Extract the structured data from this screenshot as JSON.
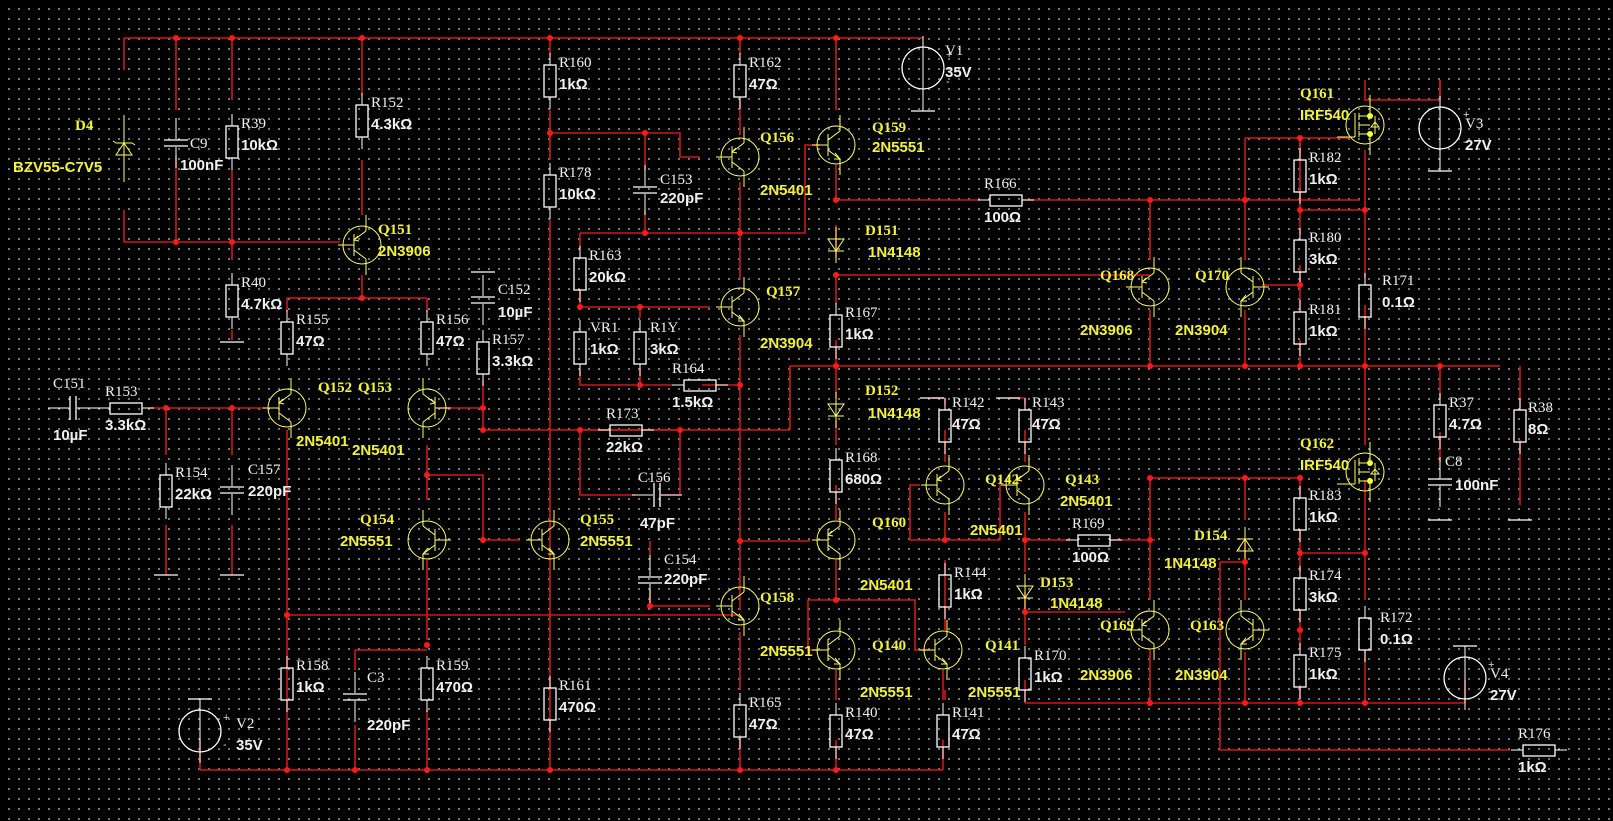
{
  "schematic": {
    "colors": {
      "background": "#000000",
      "wire": "#d01818",
      "junction": "#ff1a1a",
      "component": "#ffffff",
      "semiconductor": "#ffff66",
      "label_yellow": "#f2f23a"
    },
    "resistors": [
      {
        "ref": "R39",
        "value": "10kΩ"
      },
      {
        "ref": "R152",
        "value": "4.3kΩ"
      },
      {
        "ref": "R40",
        "value": "4.7kΩ"
      },
      {
        "ref": "R155",
        "value": "47Ω"
      },
      {
        "ref": "R156",
        "value": "47Ω"
      },
      {
        "ref": "R157",
        "value": "3.3kΩ"
      },
      {
        "ref": "R153",
        "value": "3.3kΩ"
      },
      {
        "ref": "R154",
        "value": "22kΩ"
      },
      {
        "ref": "R158",
        "value": "1kΩ"
      },
      {
        "ref": "R159",
        "value": "470Ω"
      },
      {
        "ref": "R160",
        "value": "1kΩ"
      },
      {
        "ref": "R178",
        "value": "10kΩ"
      },
      {
        "ref": "R163",
        "value": "20kΩ"
      },
      {
        "ref": "VR1",
        "value": "1kΩ"
      },
      {
        "ref": "R1Y",
        "value": "3kΩ"
      },
      {
        "ref": "R164",
        "value": "1.5kΩ"
      },
      {
        "ref": "R173",
        "value": "22kΩ"
      },
      {
        "ref": "R161",
        "value": "470Ω"
      },
      {
        "ref": "R162",
        "value": "47Ω"
      },
      {
        "ref": "R165",
        "value": "47Ω"
      },
      {
        "ref": "R166",
        "value": "100Ω"
      },
      {
        "ref": "R167",
        "value": "1kΩ"
      },
      {
        "ref": "R168",
        "value": "680Ω"
      },
      {
        "ref": "R140",
        "value": "47Ω"
      },
      {
        "ref": "R141",
        "value": "47Ω"
      },
      {
        "ref": "R142",
        "value": "47Ω"
      },
      {
        "ref": "R143",
        "value": "47Ω"
      },
      {
        "ref": "R144",
        "value": "1kΩ"
      },
      {
        "ref": "R169",
        "value": "100Ω"
      },
      {
        "ref": "R170",
        "value": "1kΩ"
      },
      {
        "ref": "R182",
        "value": "1kΩ"
      },
      {
        "ref": "R180",
        "value": "3kΩ"
      },
      {
        "ref": "R181",
        "value": "1kΩ"
      },
      {
        "ref": "R171",
        "value": "0.1Ω"
      },
      {
        "ref": "R37",
        "value": "4.7Ω"
      },
      {
        "ref": "R38",
        "value": "8Ω"
      },
      {
        "ref": "R183",
        "value": "1kΩ"
      },
      {
        "ref": "R174",
        "value": "3kΩ"
      },
      {
        "ref": "R175",
        "value": "1kΩ"
      },
      {
        "ref": "R172",
        "value": "0.1Ω"
      },
      {
        "ref": "R176",
        "value": "1kΩ"
      }
    ],
    "capacitors": [
      {
        "ref": "C9",
        "value": "100nF"
      },
      {
        "ref": "C151",
        "value": "10µF"
      },
      {
        "ref": "C152",
        "value": "10µF"
      },
      {
        "ref": "C157",
        "value": "220pF"
      },
      {
        "ref": "C3",
        "value": "220pF"
      },
      {
        "ref": "C153",
        "value": "220pF"
      },
      {
        "ref": "C156",
        "value": "47pF"
      },
      {
        "ref": "C154",
        "value": "220pF"
      },
      {
        "ref": "C8",
        "value": "100nF"
      }
    ],
    "transistors": [
      {
        "ref": "Q151",
        "model": "2N3906",
        "type": "pnp"
      },
      {
        "ref": "Q152",
        "model": "2N5401",
        "type": "pnp"
      },
      {
        "ref": "Q153",
        "model": "2N5401",
        "type": "pnp"
      },
      {
        "ref": "Q154",
        "model": "2N5551",
        "type": "npn"
      },
      {
        "ref": "Q155",
        "model": "2N5551",
        "type": "npn"
      },
      {
        "ref": "Q156",
        "model": "2N5401",
        "type": "pnp"
      },
      {
        "ref": "Q157",
        "model": "2N3904",
        "type": "npn"
      },
      {
        "ref": "Q158",
        "model": "2N5551",
        "type": "npn"
      },
      {
        "ref": "Q159",
        "model": "2N5551",
        "type": "npn"
      },
      {
        "ref": "Q160",
        "model": "2N5401",
        "type": "pnp"
      },
      {
        "ref": "Q140",
        "model": "2N5551",
        "type": "npn"
      },
      {
        "ref": "Q141",
        "model": "2N5551",
        "type": "npn"
      },
      {
        "ref": "Q142",
        "model": "2N5401",
        "type": "pnp"
      },
      {
        "ref": "Q143",
        "model": "2N5401",
        "type": "pnp"
      },
      {
        "ref": "Q168",
        "model": "2N3906",
        "type": "pnp"
      },
      {
        "ref": "Q170",
        "model": "2N3904",
        "type": "npn"
      },
      {
        "ref": "Q169",
        "model": "2N3906",
        "type": "pnp"
      },
      {
        "ref": "Q163",
        "model": "2N3904",
        "type": "npn"
      },
      {
        "ref": "Q161",
        "model": "IRF540",
        "type": "nmos"
      },
      {
        "ref": "Q162",
        "model": "IRF540",
        "type": "nmos"
      }
    ],
    "diodes": [
      {
        "ref": "D4",
        "model": "BZV55-C7V5",
        "type": "zener"
      },
      {
        "ref": "D151",
        "model": "1N4148",
        "type": "diode"
      },
      {
        "ref": "D152",
        "model": "1N4148",
        "type": "diode"
      },
      {
        "ref": "D153",
        "model": "1N4148",
        "type": "diode"
      },
      {
        "ref": "D154",
        "model": "1N4148",
        "type": "diode"
      }
    ],
    "sources": [
      {
        "ref": "V1",
        "value": "35V"
      },
      {
        "ref": "V2",
        "value": "35V"
      },
      {
        "ref": "V3",
        "value": "27V"
      },
      {
        "ref": "V4",
        "value": "27V"
      }
    ],
    "polarity": {
      "plus": "+",
      "minus": "-"
    }
  }
}
